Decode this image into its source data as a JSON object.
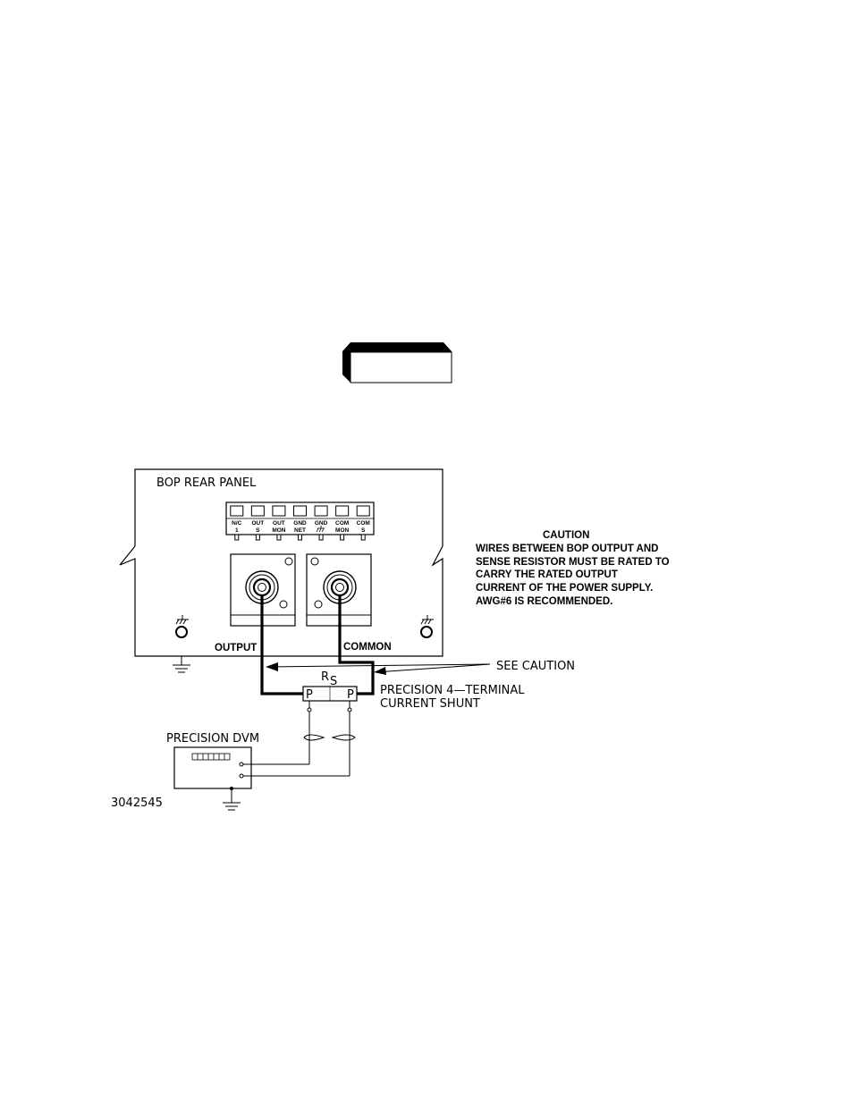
{
  "panel_title": "BOP REAR PANEL",
  "terminals": [
    {
      "top": "N/C",
      "bottom": "1"
    },
    {
      "top": "OUT",
      "bottom": "S"
    },
    {
      "top": "OUT",
      "bottom": "MON"
    },
    {
      "top": "GND",
      "bottom": "NET"
    },
    {
      "top": "GND",
      "bottom": ""
    },
    {
      "top": "COM",
      "bottom": "MON"
    },
    {
      "top": "COM",
      "bottom": "S"
    }
  ],
  "output_label": "OUTPUT",
  "common_label": "COMMON",
  "caution": {
    "title": "CAUTION",
    "lines": [
      "WIRES BETWEEN BOP OUTPUT AND",
      "SENSE RESISTOR MUST BE RATED TO",
      "CARRY THE RATED OUTPUT",
      "CURRENT OF THE POWER SUPPLY.",
      "AWG#6 IS RECOMMENDED."
    ]
  },
  "see_caution": "SEE CAUTION",
  "shunt": {
    "symbol": "R",
    "subscript": "S",
    "left_terminal": "P",
    "right_terminal": "P",
    "label_line1": "PRECISION 4—TERMINAL",
    "label_line2": "CURRENT SHUNT"
  },
  "dvm_label": "PRECISION DVM",
  "drawing_number": "3042545"
}
